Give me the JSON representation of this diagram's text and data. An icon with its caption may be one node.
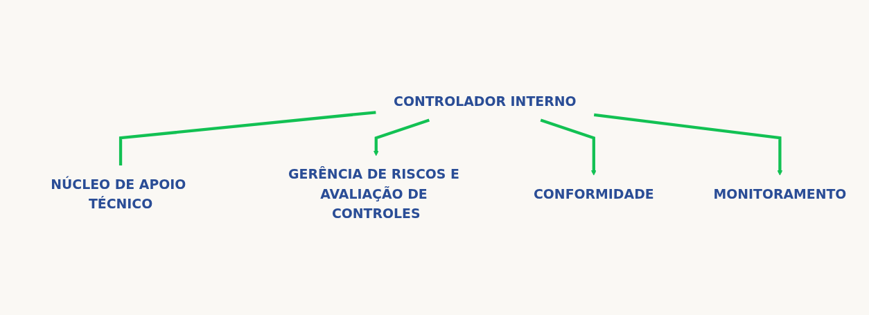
{
  "diagram": {
    "nodes": [
      {
        "text": [
          "CONTROLADOR INTERNO"
        ]
      },
      {
        "text": [
          "NÚCLEO DE APOIO TÉCNICO"
        ]
      },
      {
        "text": [
          "GERÊNCIA DE RISCOS E AVALIAÇÃO DE CONTROLES"
        ]
      },
      {
        "text": [
          "CONFORMIDADE"
        ]
      },
      {
        "text": [
          "MONITORAMENTO"
        ]
      }
    ],
    "edges": [
      {
        "from": 0,
        "to": 1,
        "arrow": "none"
      },
      {
        "from": 0,
        "to": 2,
        "arrow": "to"
      },
      {
        "from": 0,
        "to": 3,
        "arrow": "to"
      },
      {
        "from": 0,
        "to": 4,
        "arrow": "to"
      }
    ]
  }
}
